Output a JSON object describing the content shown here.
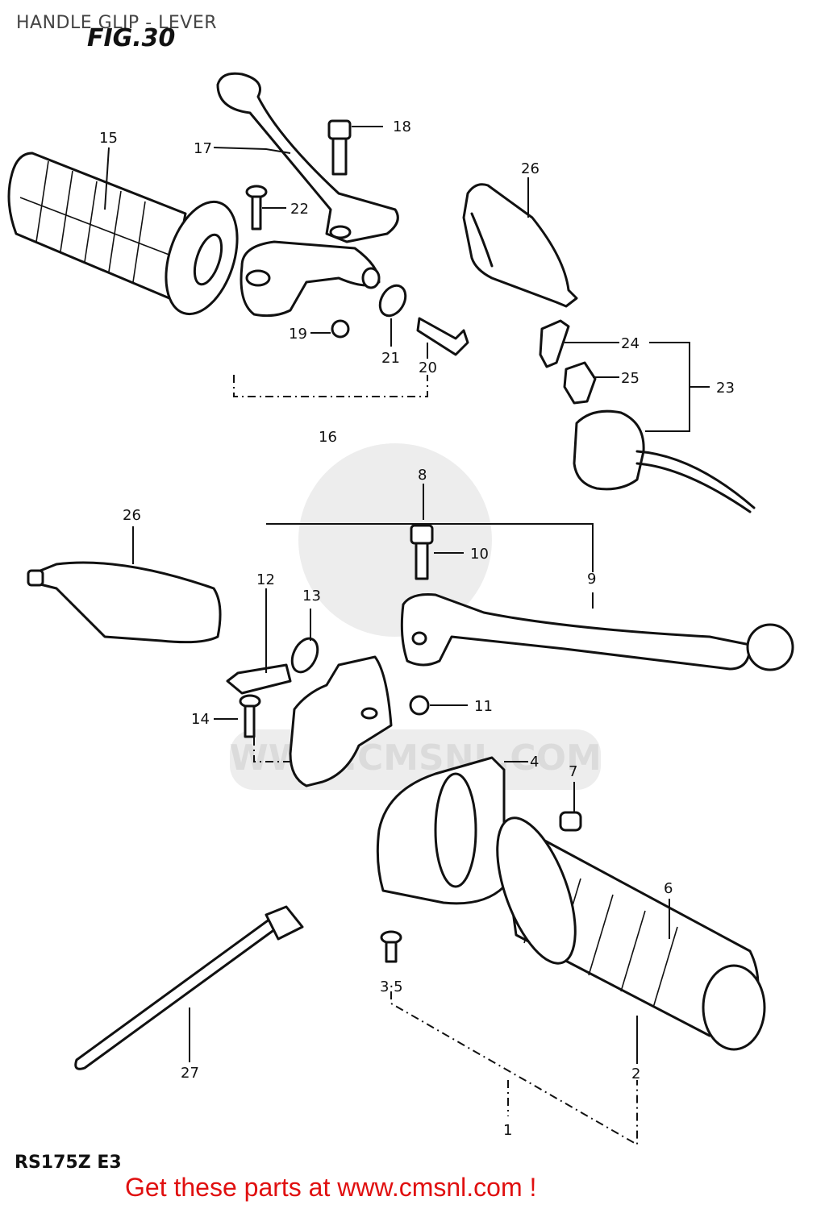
{
  "title": "HANDLE GLIP - LEVER",
  "figure": "FIG.30",
  "model": "RS175Z  E3",
  "promo": "Get these parts at www.cmsnl.com !",
  "watermark": "WWW.CMSNL.COM",
  "callouts": {
    "c15": "15",
    "c17": "17",
    "c18": "18",
    "c22": "22",
    "c26a": "26",
    "c19": "19",
    "c21": "21",
    "c20": "20",
    "c16": "16",
    "c24": "24",
    "c25": "25",
    "c23": "23",
    "c8": "8",
    "c10": "10",
    "c26b": "26",
    "c12": "12",
    "c13": "13",
    "c9": "9",
    "c11": "11",
    "c14": "14",
    "c4": "4",
    "c7": "7",
    "c6": "6",
    "c35": "3·5",
    "c27": "27",
    "c2": "2",
    "c1": "1"
  }
}
